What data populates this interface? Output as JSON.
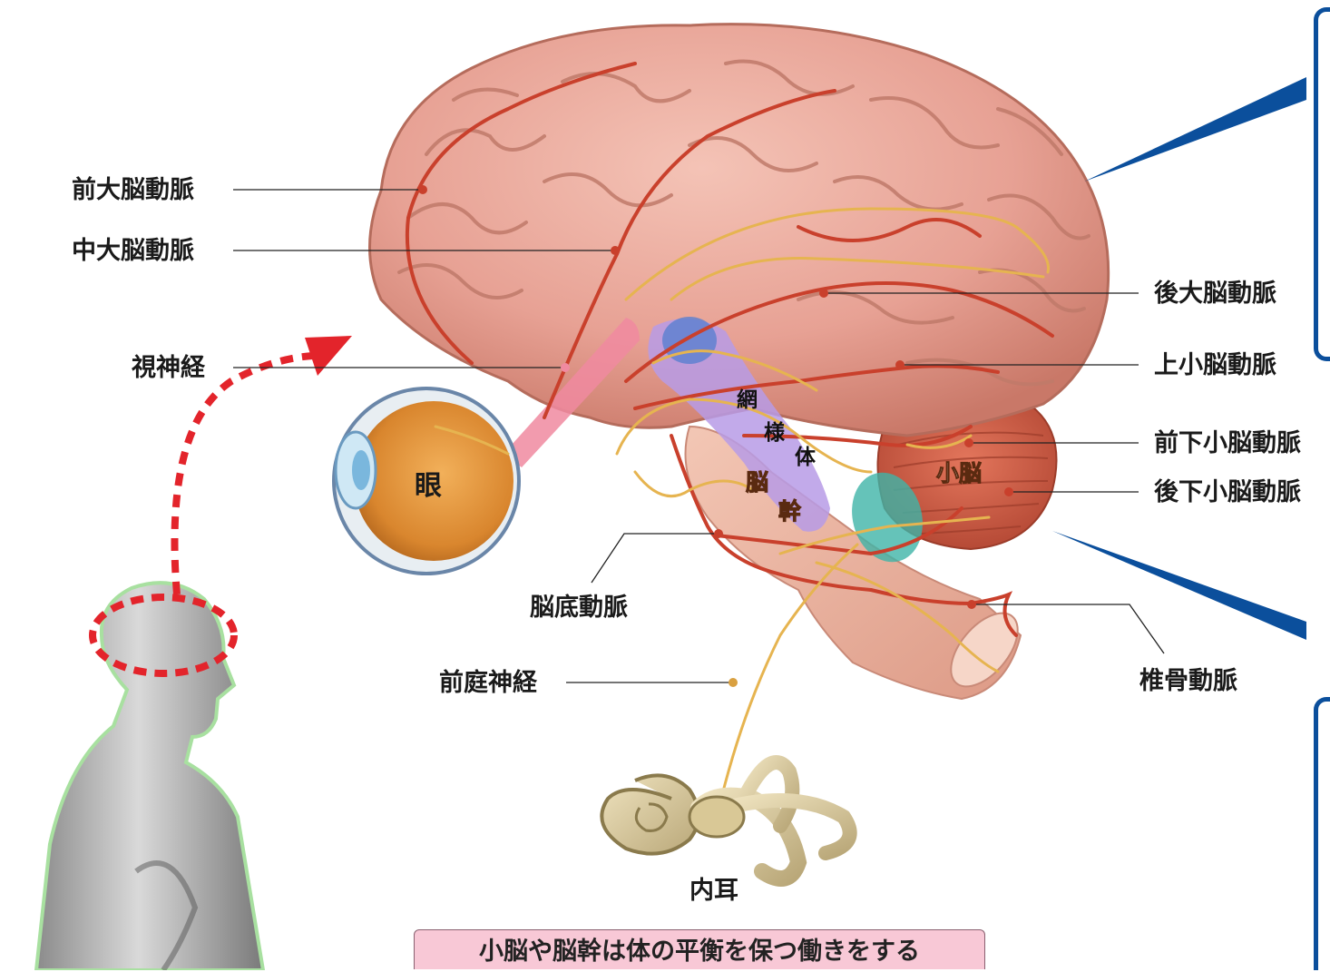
{
  "labels": {
    "anterior_cerebral_artery": "前大脳動脈",
    "middle_cerebral_artery": "中大脳動脈",
    "optic_nerve": "視神経",
    "posterior_cerebral_artery": "後大脳動脈",
    "superior_cerebellar_artery": "上小脳動脈",
    "anterior_inferior_cerebellar_artery": "前下小脳動脈",
    "posterior_inferior_cerebellar_artery": "後下小脳動脈",
    "basilar_artery": "脳底動脈",
    "vertebral_artery": "椎骨動脈",
    "vestibular_nerve": "前庭神経",
    "inner_ear": "内耳",
    "eye": "眼",
    "cerebellum": "小脳",
    "reticular_formation": [
      "網",
      "様",
      "体"
    ],
    "brainstem": [
      "脳",
      "幹"
    ]
  },
  "caption": "小脳や脳幹は体の平衡を保つ働きをする",
  "colors": {
    "accent_blue": "#0b4f9c",
    "highlight_red": "#e3242b",
    "caption_bg": "#f8c8d6",
    "brain": "#e9a79a",
    "artery": "#c9402c",
    "nerve": "#e6b450",
    "reticular": "#b79be6",
    "cerebellum": "#d0604a"
  }
}
